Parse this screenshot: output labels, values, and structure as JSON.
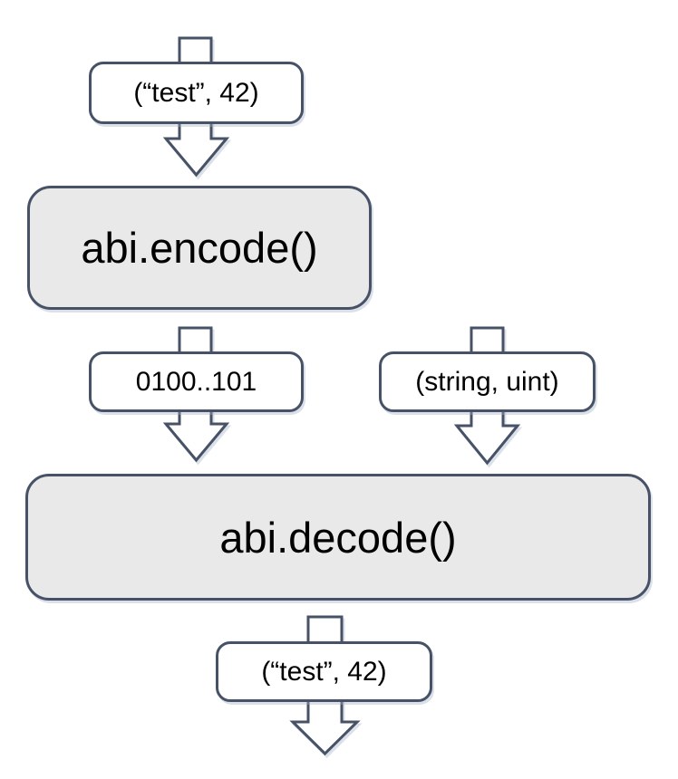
{
  "diagram": {
    "colors": {
      "stroke": "#475266",
      "process_fill": "#e9e9e9",
      "label_fill": "#ffffff",
      "text_color": "#000000",
      "background": "#ffffff"
    },
    "nodes": {
      "input_tuple": {
        "label": "(“test”, 42)",
        "type": "data-label"
      },
      "encode": {
        "label": "abi.encode()",
        "type": "process"
      },
      "encoded_bytes": {
        "label": "0100..101",
        "type": "data-label"
      },
      "types_tuple": {
        "label": "(string, uint)",
        "type": "data-label"
      },
      "decode": {
        "label": "abi.decode()",
        "type": "process"
      },
      "output_tuple": {
        "label": "(“test”, 42)",
        "type": "data-label"
      }
    },
    "flow": [
      "input_tuple -> abi.encode()",
      "abi.encode() -> encoded_bytes -> abi.decode()",
      "types_tuple -> abi.decode()",
      "abi.decode() -> output_tuple"
    ]
  }
}
